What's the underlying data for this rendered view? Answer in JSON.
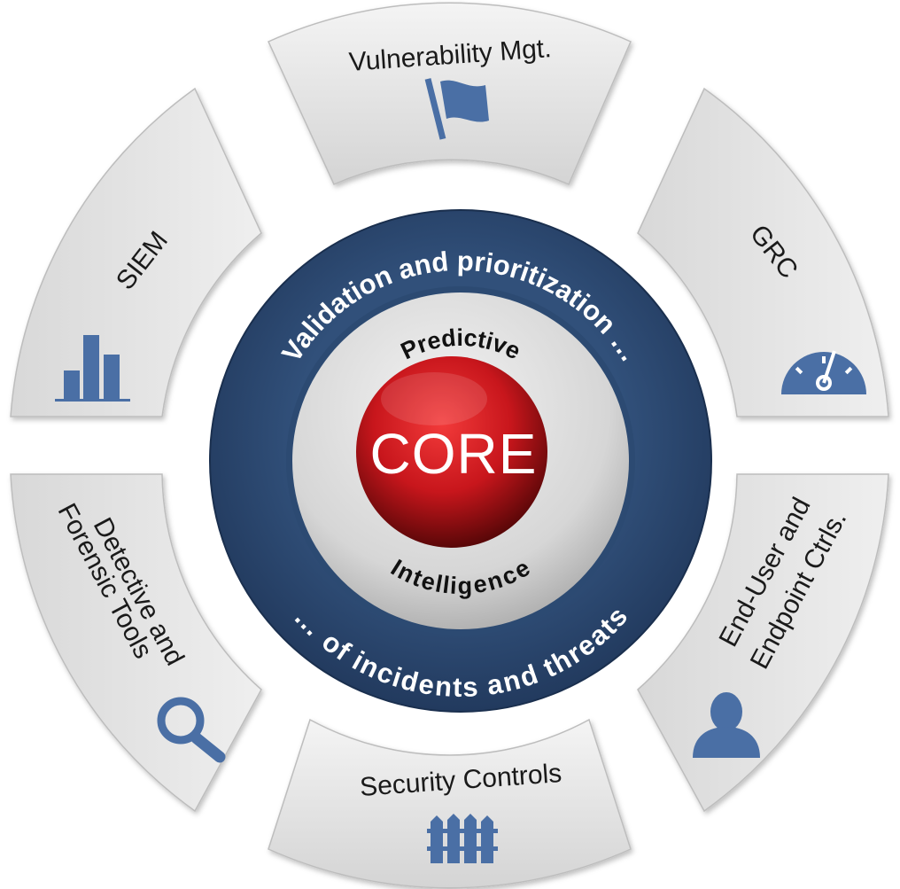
{
  "segments": {
    "top": "Vulnerability Mgt.",
    "upper_right": "GRC",
    "lower_right_line1": "End-User and",
    "lower_right_line2": "Endpoint Ctrls.",
    "bottom": "Security Controls",
    "lower_left_line1": "Detective and",
    "lower_left_line2": "Forensic Tools",
    "upper_left": "SIEM"
  },
  "ring": {
    "top_arc": "Validation and prioritization …",
    "bottom_arc": "… of incidents and threats"
  },
  "center": {
    "upper": "Predictive",
    "core": "CORE",
    "lower": "Intelligence"
  },
  "icons": {
    "top": "flag-icon",
    "upper_right": "gauge-icon",
    "lower_right": "user-icon",
    "bottom": "fence-icon",
    "lower_left": "magnifier-icon",
    "upper_left": "bar-chart-icon"
  },
  "colors": {
    "ring": "#2c4a72",
    "icon": "#4a6fa5",
    "core": "#c8161c",
    "segment": "#e2e2e2"
  }
}
